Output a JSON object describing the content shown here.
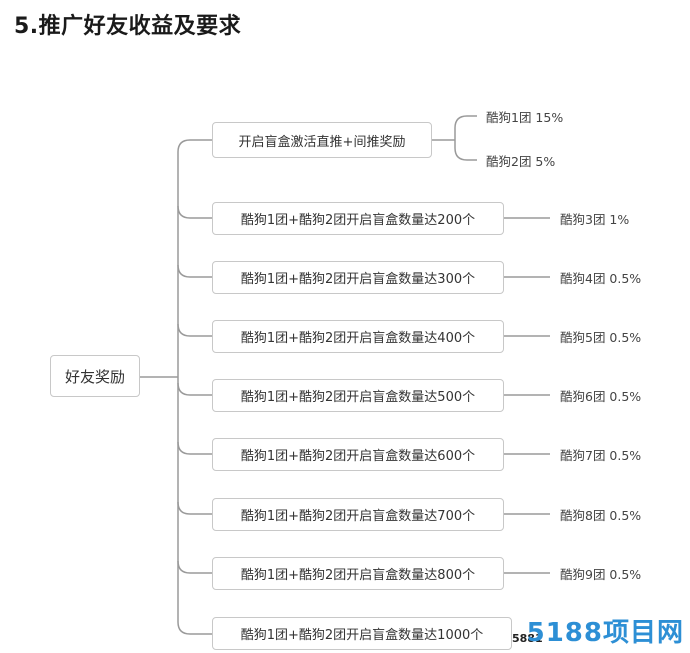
{
  "title": "5.推广好友收益及要求",
  "root": "好友奖励",
  "first_branch": {
    "label": "开启盲盒激活直推+间推奖励",
    "leaves": [
      "酷狗1团 15%",
      "酷狗2团 5%"
    ]
  },
  "branches": [
    {
      "label": "酷狗1团+酷狗2团开启盲盒数量达200个",
      "leaf": "酷狗3团 1%"
    },
    {
      "label": "酷狗1团+酷狗2团开启盲盒数量达300个",
      "leaf": "酷狗4团 0.5%"
    },
    {
      "label": "酷狗1团+酷狗2团开启盲盒数量达400个",
      "leaf": "酷狗5团 0.5%"
    },
    {
      "label": "酷狗1团+酷狗2团开启盲盒数量达500个",
      "leaf": "酷狗6团 0.5%"
    },
    {
      "label": "酷狗1团+酷狗2团开启盲盒数量达600个",
      "leaf": "酷狗7团 0.5%"
    },
    {
      "label": "酷狗1团+酷狗2团开启盲盒数量达700个",
      "leaf": "酷狗8团 0.5%"
    },
    {
      "label": "酷狗1团+酷狗2团开启盲盒数量达800个",
      "leaf": "酷狗9团 0.5%"
    },
    {
      "label": "酷狗1团+酷狗2团开启盲盒数量达1000个",
      "leaf": ""
    }
  ],
  "watermark": "5188项目网",
  "watermark_prefix": "5881"
}
